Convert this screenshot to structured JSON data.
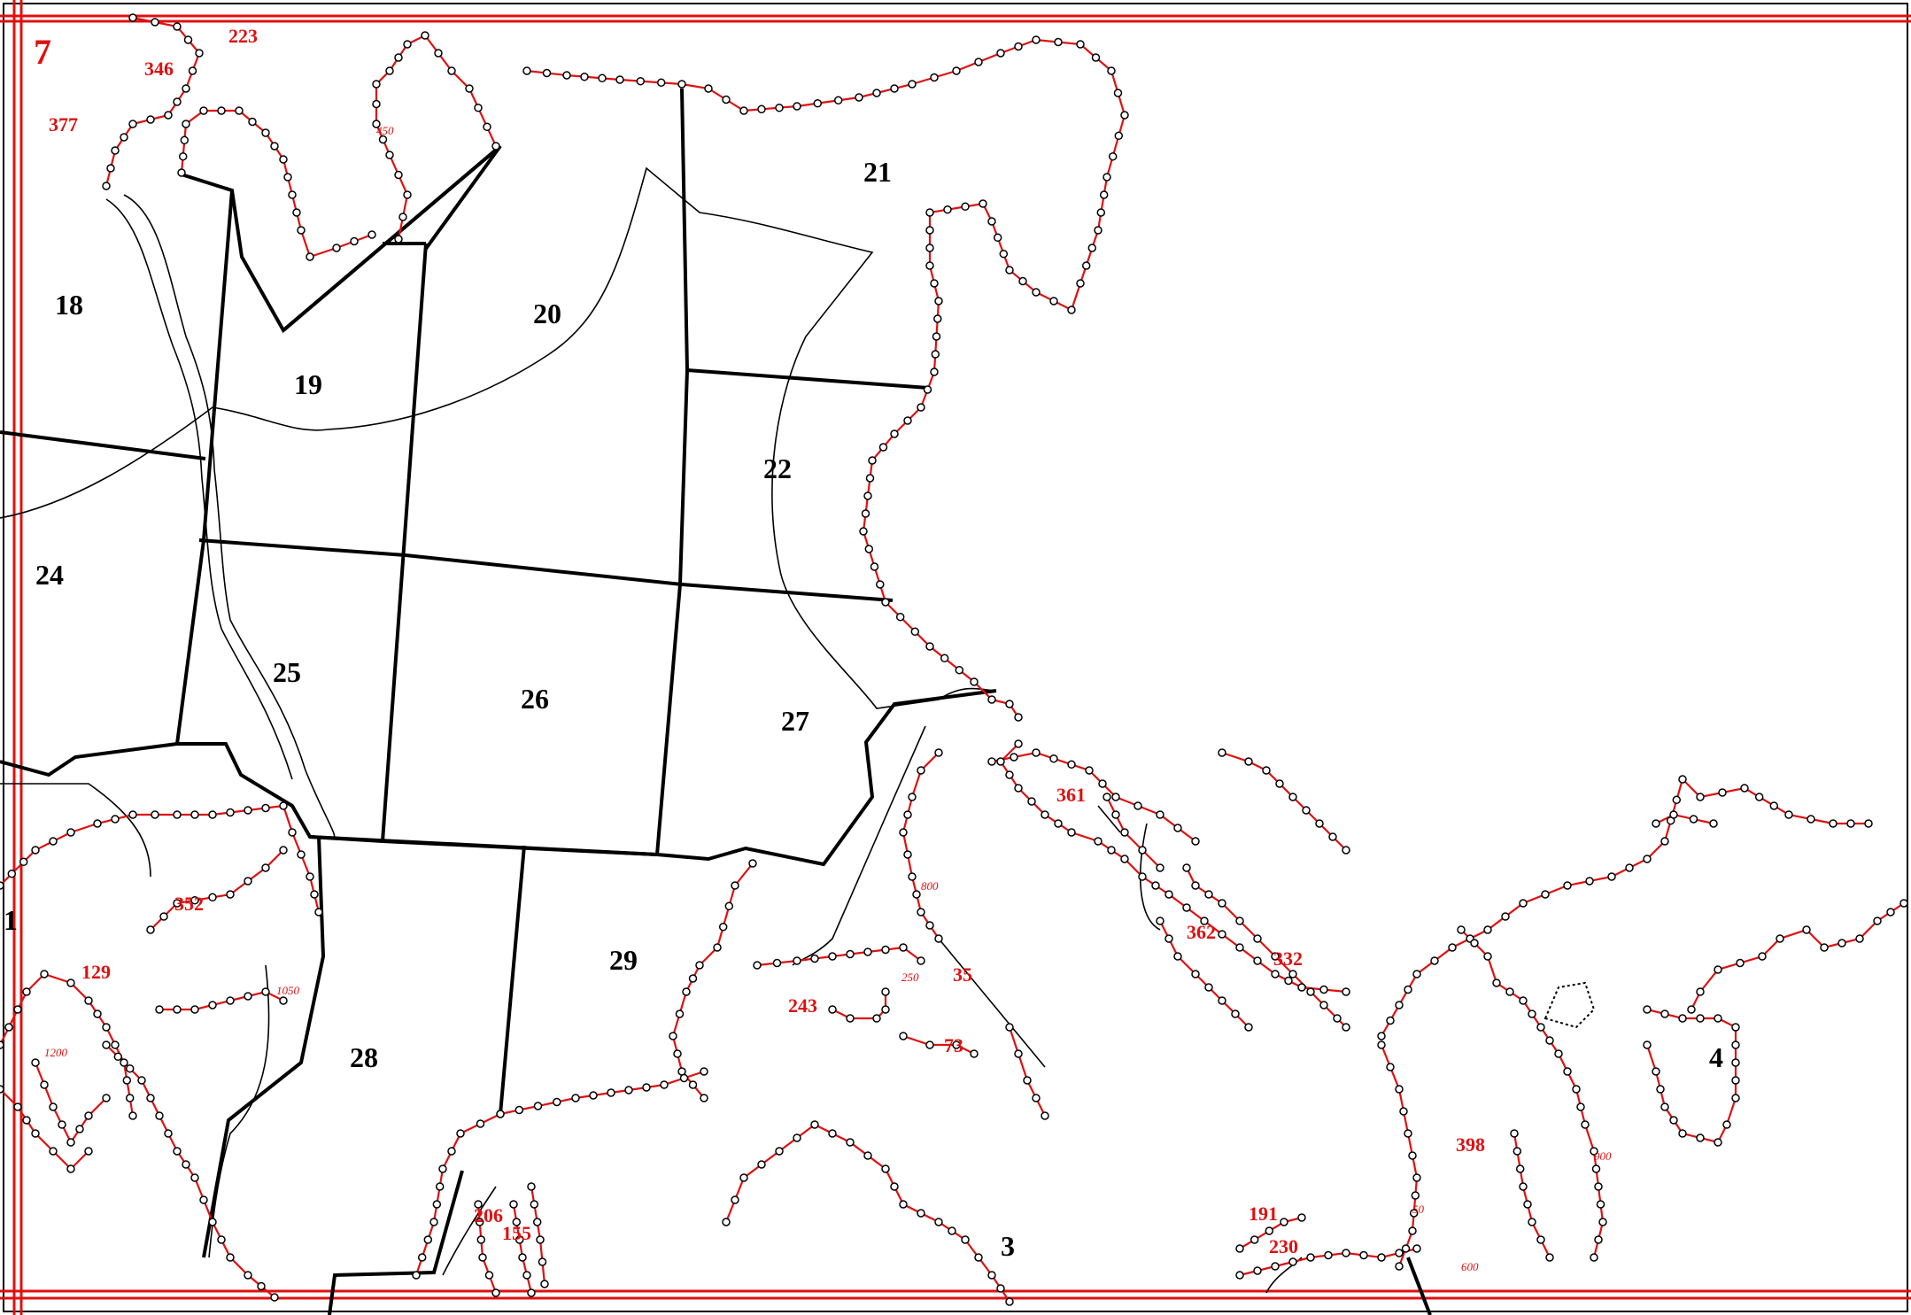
{
  "colors": {
    "contour_red": "#e01010",
    "boundary_black": "#000000",
    "background": "#ffffff"
  },
  "parcels": [
    "18",
    "19",
    "20",
    "21",
    "22",
    "24",
    "25",
    "26",
    "27",
    "28",
    "29",
    "3",
    "4",
    "1"
  ],
  "contour_labels": [
    "7",
    "346",
    "223",
    "377",
    "361",
    "362",
    "332",
    "352",
    "129",
    "243",
    "35",
    "73",
    "398",
    "206",
    "155",
    "191",
    "230"
  ],
  "elevation_labels": [
    "450",
    "1050",
    "1200",
    "800",
    "250",
    "900",
    "600",
    "50"
  ]
}
